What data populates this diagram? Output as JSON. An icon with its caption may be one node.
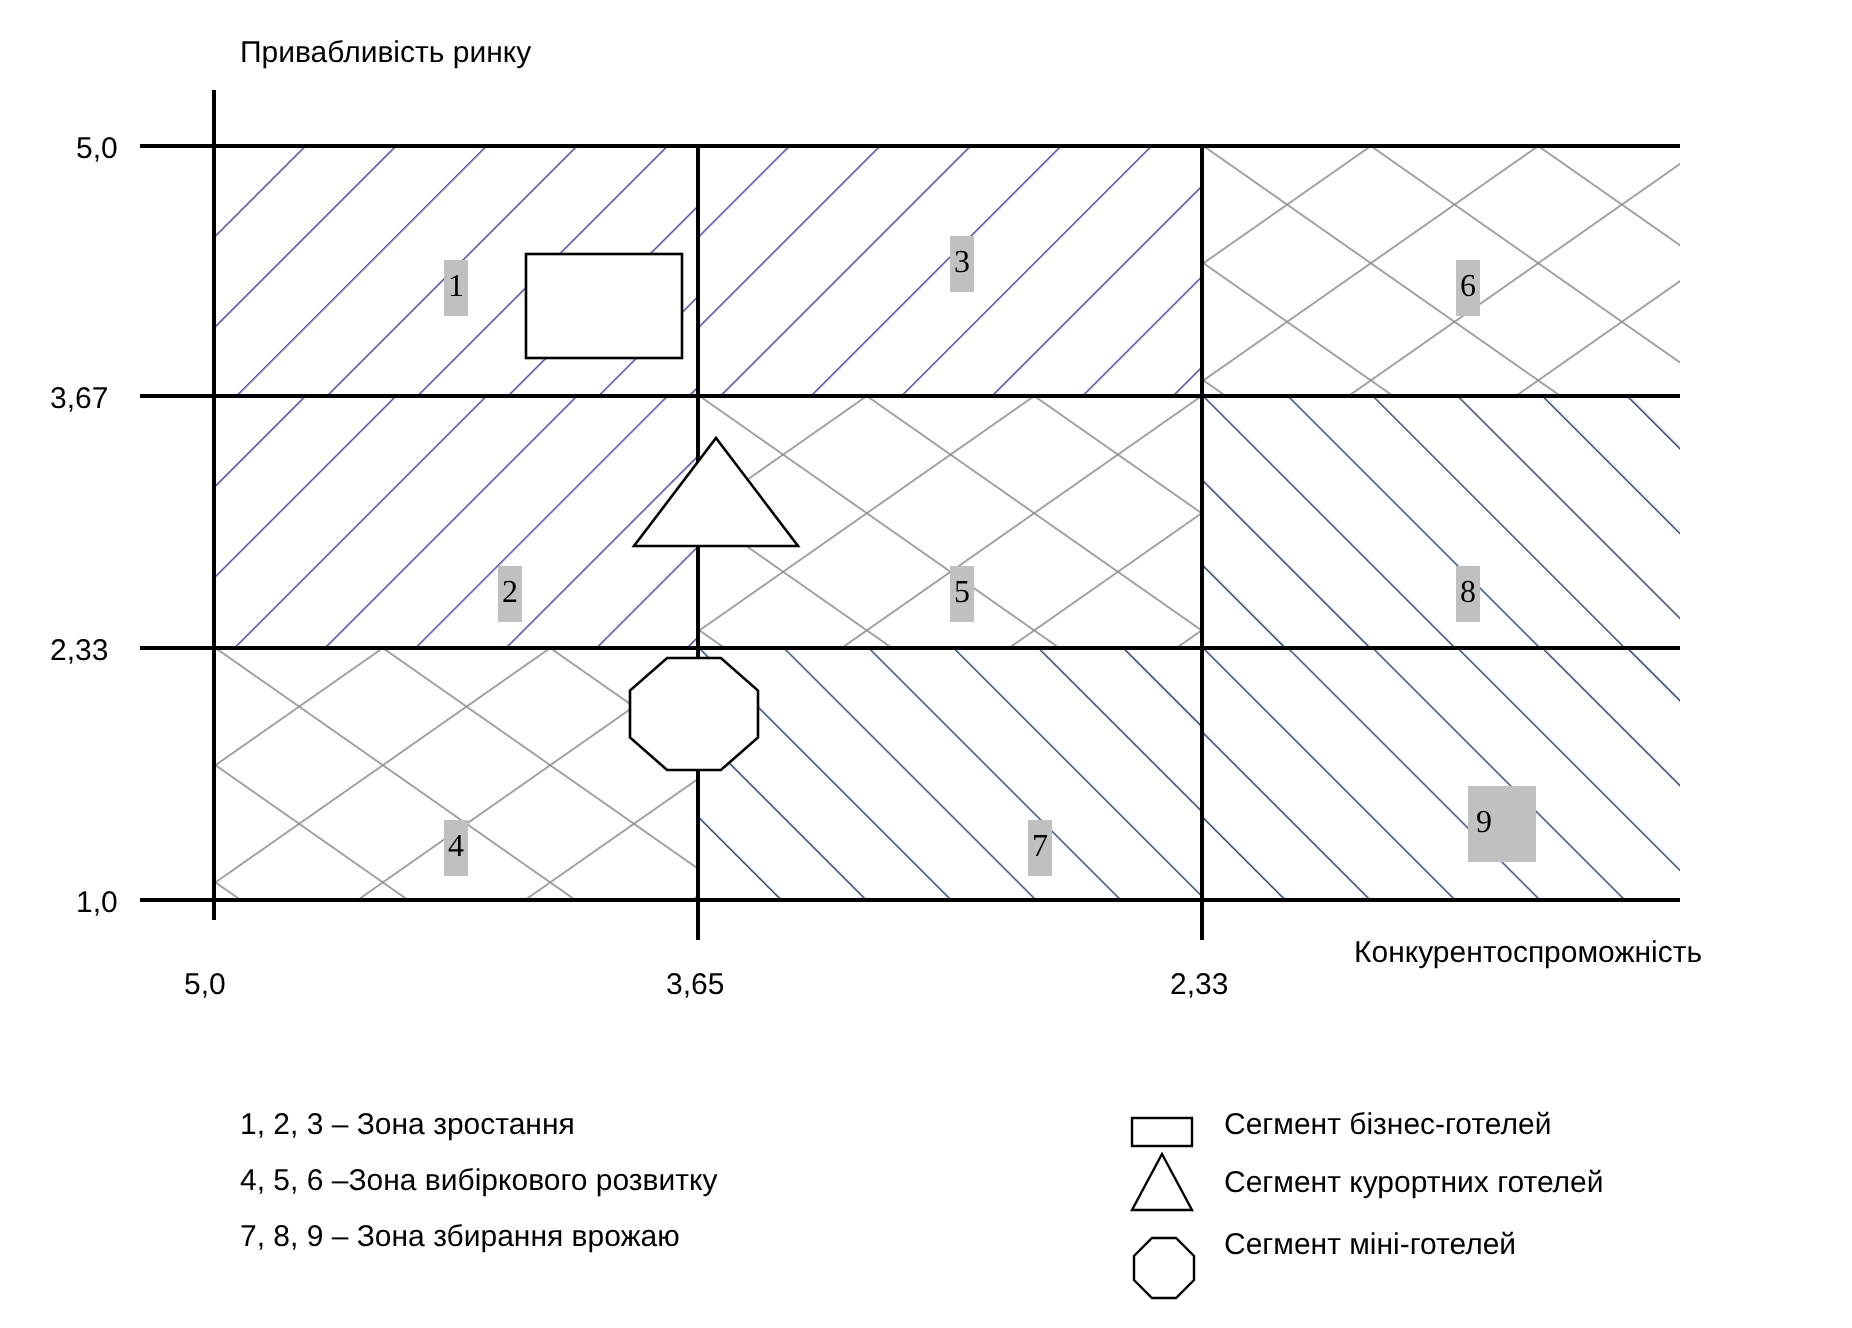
{
  "diagram": {
    "nodes": [
      {
        "text": [
          "1"
        ]
      },
      {
        "text": [
          "3"
        ]
      },
      {
        "text": [
          "6"
        ]
      },
      {
        "text": [
          "2"
        ]
      },
      {
        "text": [
          "5"
        ]
      },
      {
        "text": [
          "8"
        ]
      },
      {
        "text": [
          "4"
        ]
      },
      {
        "text": [
          "7"
        ]
      },
      {
        "text": [
          "9"
        ]
      },
      {
        "text": [],
        "shape": "box",
        "in": 0
      },
      {
        "text": [],
        "shape": "triangle"
      },
      {
        "text": [],
        "shape": "octagon"
      }
    ],
    "labels": [
      "Привабливість ринку",
      "5,0",
      "3,67",
      "2,33",
      "1,0",
      "5,0",
      "3,65",
      "2,33",
      "Конкурентоспроможність",
      "1, 2, 3 – Зона зростання",
      "4, 5, 6 –Зона вибіркового розвитку",
      "7, 8, 9 – Зона збирання врожаю"
    ],
    "legend": [
      {
        "text": "Сегмент бізнес-готелей"
      },
      {
        "text": "Сегмент курортних готелей"
      },
      {
        "text": "Сегмент міні-готелей"
      }
    ]
  }
}
